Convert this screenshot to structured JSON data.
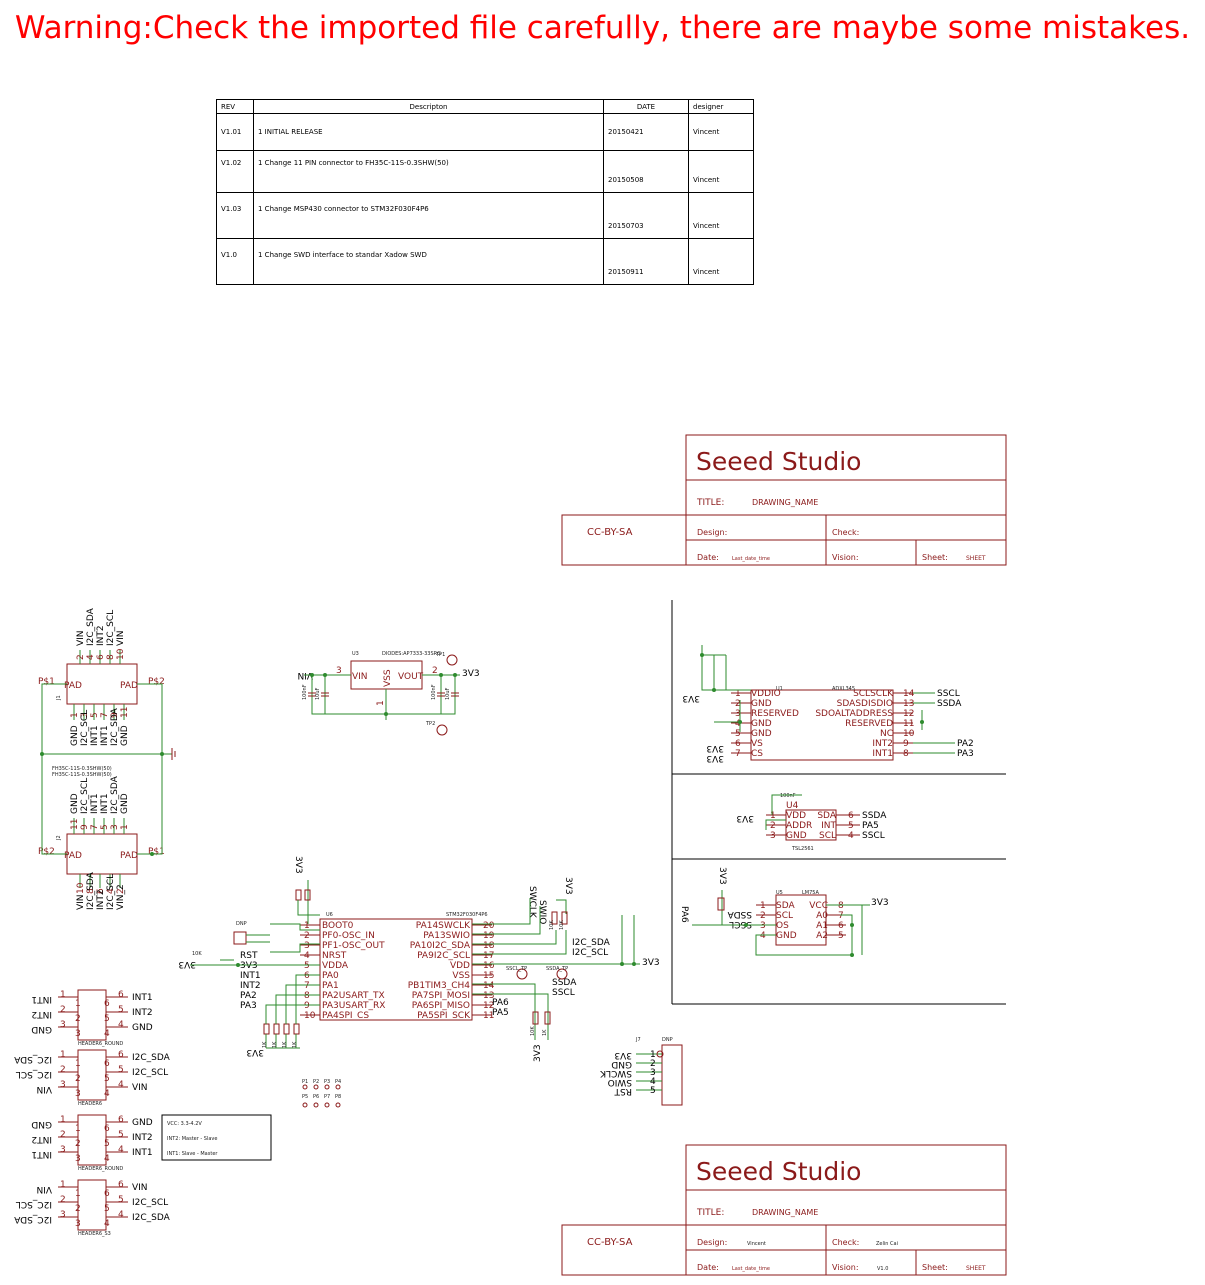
{
  "warning": "Warning:Check the imported file carefully, there are maybe some mistakes.",
  "revisions": {
    "headers": [
      "REV",
      "Descripton",
      "DATE",
      "designer"
    ],
    "rows": [
      [
        "V1.01",
        "1 INITIAL RELEASE",
        "20150421",
        "Vincent"
      ],
      [
        "V1.02",
        "1 Change 11 PIN connector to FH35C-11S-0.3SHW(50)",
        "20150508",
        "Vincent"
      ],
      [
        "V1.03",
        "1 Change MSP430 connector to STM32F030F4P6",
        "20150703",
        "Vincent"
      ],
      [
        "V1.0",
        "1 Change SWD interface to standar Xadow SWD",
        "20150911",
        "Vincent"
      ]
    ]
  },
  "title_block_1": {
    "company": "Seeed Studio",
    "license": "CC-BY-SA",
    "title_label": "TITLE:",
    "title": "DRAWING_NAME",
    "design_label": "Design:",
    "design": "",
    "check_label": "Check:",
    "check": "",
    "date_label": "Date:",
    "date": "Last_date_time",
    "vision_label": "Vision:",
    "vision": "",
    "sheet_label": "Sheet:",
    "sheet": "SHEET"
  },
  "title_block_2": {
    "company": "Seeed Studio",
    "license": "CC-BY-SA",
    "title_label": "TITLE:",
    "title": "DRAWING_NAME",
    "design_label": "Design:",
    "design": "Vincent",
    "check_label": "Check:",
    "check": "Zelin Cai",
    "date_label": "Date:",
    "date": "Last_date_time",
    "vision_label": "Vision:",
    "vision": "V1.0",
    "sheet_label": "Sheet:",
    "sheet": "SHEET"
  },
  "connector_j1": {
    "pad_left": "PAD",
    "pad_right": "PAD",
    "ps_left": "P$1",
    "ps_right": "P$2",
    "top_pins": [
      "2",
      "4",
      "6",
      "8",
      "10"
    ],
    "top_nets": [
      "VIN",
      "I2C_SDA",
      "INT2",
      "I2C_SCL",
      "VIN"
    ],
    "bottom_pins": [
      "1",
      "3",
      "5",
      "7",
      "9",
      "11"
    ],
    "bottom_nets": [
      "GND",
      "I2C_SCL",
      "INT1",
      "INT1",
      "I2C_SDA",
      "GND"
    ],
    "ref": "J1",
    "part": "FH35C-11S-0.3SHW(50)"
  },
  "connector_j2": {
    "pad_left": "PAD",
    "pad_right": "PAD",
    "ps_left": "P$2",
    "ps_right": "P$1",
    "part": "FH35C-11S-0.3SHW(50)",
    "ref": "J2",
    "top_nets": [
      "GND",
      "I2C_SCL",
      "INT1",
      "INT1",
      "I2C_SDA",
      "GND"
    ],
    "top_pins": [
      "11",
      "9",
      "7",
      "5",
      "3",
      "1"
    ],
    "bottom_pins": [
      "10",
      "8",
      "6",
      "4",
      "2"
    ],
    "bottom_nets": [
      "VIN",
      "I2C_SDA",
      "INT2",
      "I2C_SCL",
      "VIN_2"
    ]
  },
  "regulator": {
    "ref": "U3",
    "part": "DIODES:AP7333-33SRG",
    "pin_vin": "VIN",
    "pin_vout": "VOUT",
    "pin_vss": "VSS",
    "num_vin": "3",
    "num_vout": "2",
    "num_vss": "1",
    "net_in": "VIN",
    "net_out": "3V3",
    "tp1": "TP1",
    "tp2": "TP2",
    "caps": [
      "100nF",
      "10uF",
      "100nF",
      "10uF"
    ]
  },
  "mcu": {
    "ref": "U6",
    "part": "STM32F030F4P6",
    "left_pins": [
      "BOOT0",
      "PF0-OSC_IN",
      "PF1-OSC_OUT",
      "NRST",
      "VDDA",
      "PA0",
      "PA1",
      "PA2USART_TX",
      "PA3USART_RX",
      "PA4SPI_CS"
    ],
    "left_nums": [
      "1",
      "2",
      "3",
      "4",
      "5",
      "6",
      "7",
      "8",
      "9",
      "10"
    ],
    "right_pins": [
      "PA14SWCLK",
      "PA13SWIO",
      "PA10I2C_SDA",
      "PA9I2C_SCL",
      "VDD",
      "VSS",
      "PB1TIM3_CH4",
      "PA7SPI_MOSI",
      "PA6SPI_MISO",
      "PA5SPI_SCK"
    ],
    "right_nums": [
      "20",
      "19",
      "18",
      "17",
      "16",
      "15",
      "14",
      "13",
      "12",
      "11"
    ],
    "left_nets": [
      "",
      "",
      "",
      "RST",
      "3V3",
      "INT1",
      "INT2",
      "PA2",
      "PA3",
      ""
    ],
    "right_nets": [
      "SWCLK",
      "SWIO",
      "I2C_SDA",
      "I2C_SCL",
      "3V3",
      "",
      "SSDA",
      "SSCL",
      "PA6",
      "PA5"
    ],
    "net_3v3": "3V3",
    "dnp": "DNP",
    "crystal_note": "10K"
  },
  "adxl": {
    "ref": "U1",
    "part": "ADXL345",
    "left_pins": [
      "VDDIO",
      "GND",
      "RESERVED",
      "GND",
      "GND",
      "VS",
      "CS"
    ],
    "left_nums": [
      "1",
      "2",
      "3",
      "4",
      "5",
      "6",
      "7"
    ],
    "right_pins": [
      "SCLSCLK",
      "SDASDISDIO",
      "SDOALTADDRESS",
      "RESERVED",
      "NC",
      "INT2",
      "INT1"
    ],
    "right_nums": [
      "14",
      "13",
      "12",
      "11",
      "10",
      "9",
      "8"
    ],
    "right_nets": [
      "SSCL",
      "SSDA",
      "",
      "",
      "",
      "PA2",
      "PA3"
    ],
    "left_nets": [
      "3V3",
      "3V3",
      "3V3"
    ]
  },
  "tsl": {
    "ref": "U4",
    "part": "TSL2561",
    "left_pins": [
      "VDD",
      "ADDR",
      "GND"
    ],
    "left_nums": [
      "1",
      "2",
      "3"
    ],
    "right_pins": [
      "SDA",
      "INT",
      "SCL"
    ],
    "right_nums": [
      "6",
      "5",
      "4"
    ],
    "right_nets": [
      "SSDA",
      "PA5",
      "SSCL"
    ],
    "left_net": "3V3",
    "cap": "100nF"
  },
  "lm75": {
    "ref": "U5",
    "part": "LM75A",
    "left_pins": [
      "SDA",
      "SCL",
      "OS",
      "GND"
    ],
    "left_nums": [
      "1",
      "2",
      "3",
      "4"
    ],
    "right_pins": [
      "VCC",
      "A0",
      "A1",
      "A2"
    ],
    "right_nums": [
      "8",
      "7",
      "6",
      "5"
    ],
    "left_nets": [
      "SSDA",
      "SSCL"
    ],
    "net_pa6": "PA6",
    "net_3v3": "3V3",
    "net_3v3_top": "3V3"
  },
  "swd_header": {
    "ref": "J7",
    "note": "DNP",
    "nums": [
      "1",
      "2",
      "3",
      "4",
      "5"
    ],
    "nets": [
      "3V3",
      "GND",
      "SWCLK",
      "SWIO",
      "RST"
    ]
  },
  "headers": [
    {
      "name": "HEADER6_ROUND",
      "left_nets": [
        "INT1",
        "INT2",
        "GND"
      ],
      "right_nets": [
        "INT1",
        "INT2",
        "GND"
      ]
    },
    {
      "name": "HEADER6",
      "left_nets": [
        "I2C_SDA",
        "I2C_SCL",
        "VIN"
      ],
      "right_nets": [
        "I2C_SDA",
        "I2C_SCL",
        "VIN"
      ]
    },
    {
      "name": "HEADER6_ROUND",
      "left_nets": [
        "GND",
        "INT2",
        "INT1"
      ],
      "right_nets": [
        "GND",
        "INT2",
        "INT1"
      ]
    },
    {
      "name": "HEADER6_S3",
      "left_nets": [
        "VIN",
        "I2C_SCL",
        "I2C_SDA"
      ],
      "right_nets": [
        "VIN",
        "I2C_SCL",
        "I2C_SDA"
      ]
    }
  ],
  "header_left_nums": [
    "1",
    "2",
    "3"
  ],
  "header_right_nums": [
    "6",
    "5",
    "4"
  ],
  "notes": [
    "VCC: 3.3-4.2V",
    "INT2: Master - Slave",
    "INT1: Slave - Master"
  ],
  "pads": [
    "P1",
    "P2",
    "P3",
    "P4",
    "P5",
    "P6",
    "P7",
    "P8"
  ],
  "pullup_labels": [
    "SSCL_TP",
    "SSDA_TP"
  ],
  "sense_nets": [
    "SSDA",
    "SSCL",
    "PA6",
    "PA5",
    "3V3"
  ],
  "resistor_vals": [
    "1K",
    "1K",
    "1K",
    "1K",
    "10K",
    "10K",
    "10K",
    "1K"
  ]
}
